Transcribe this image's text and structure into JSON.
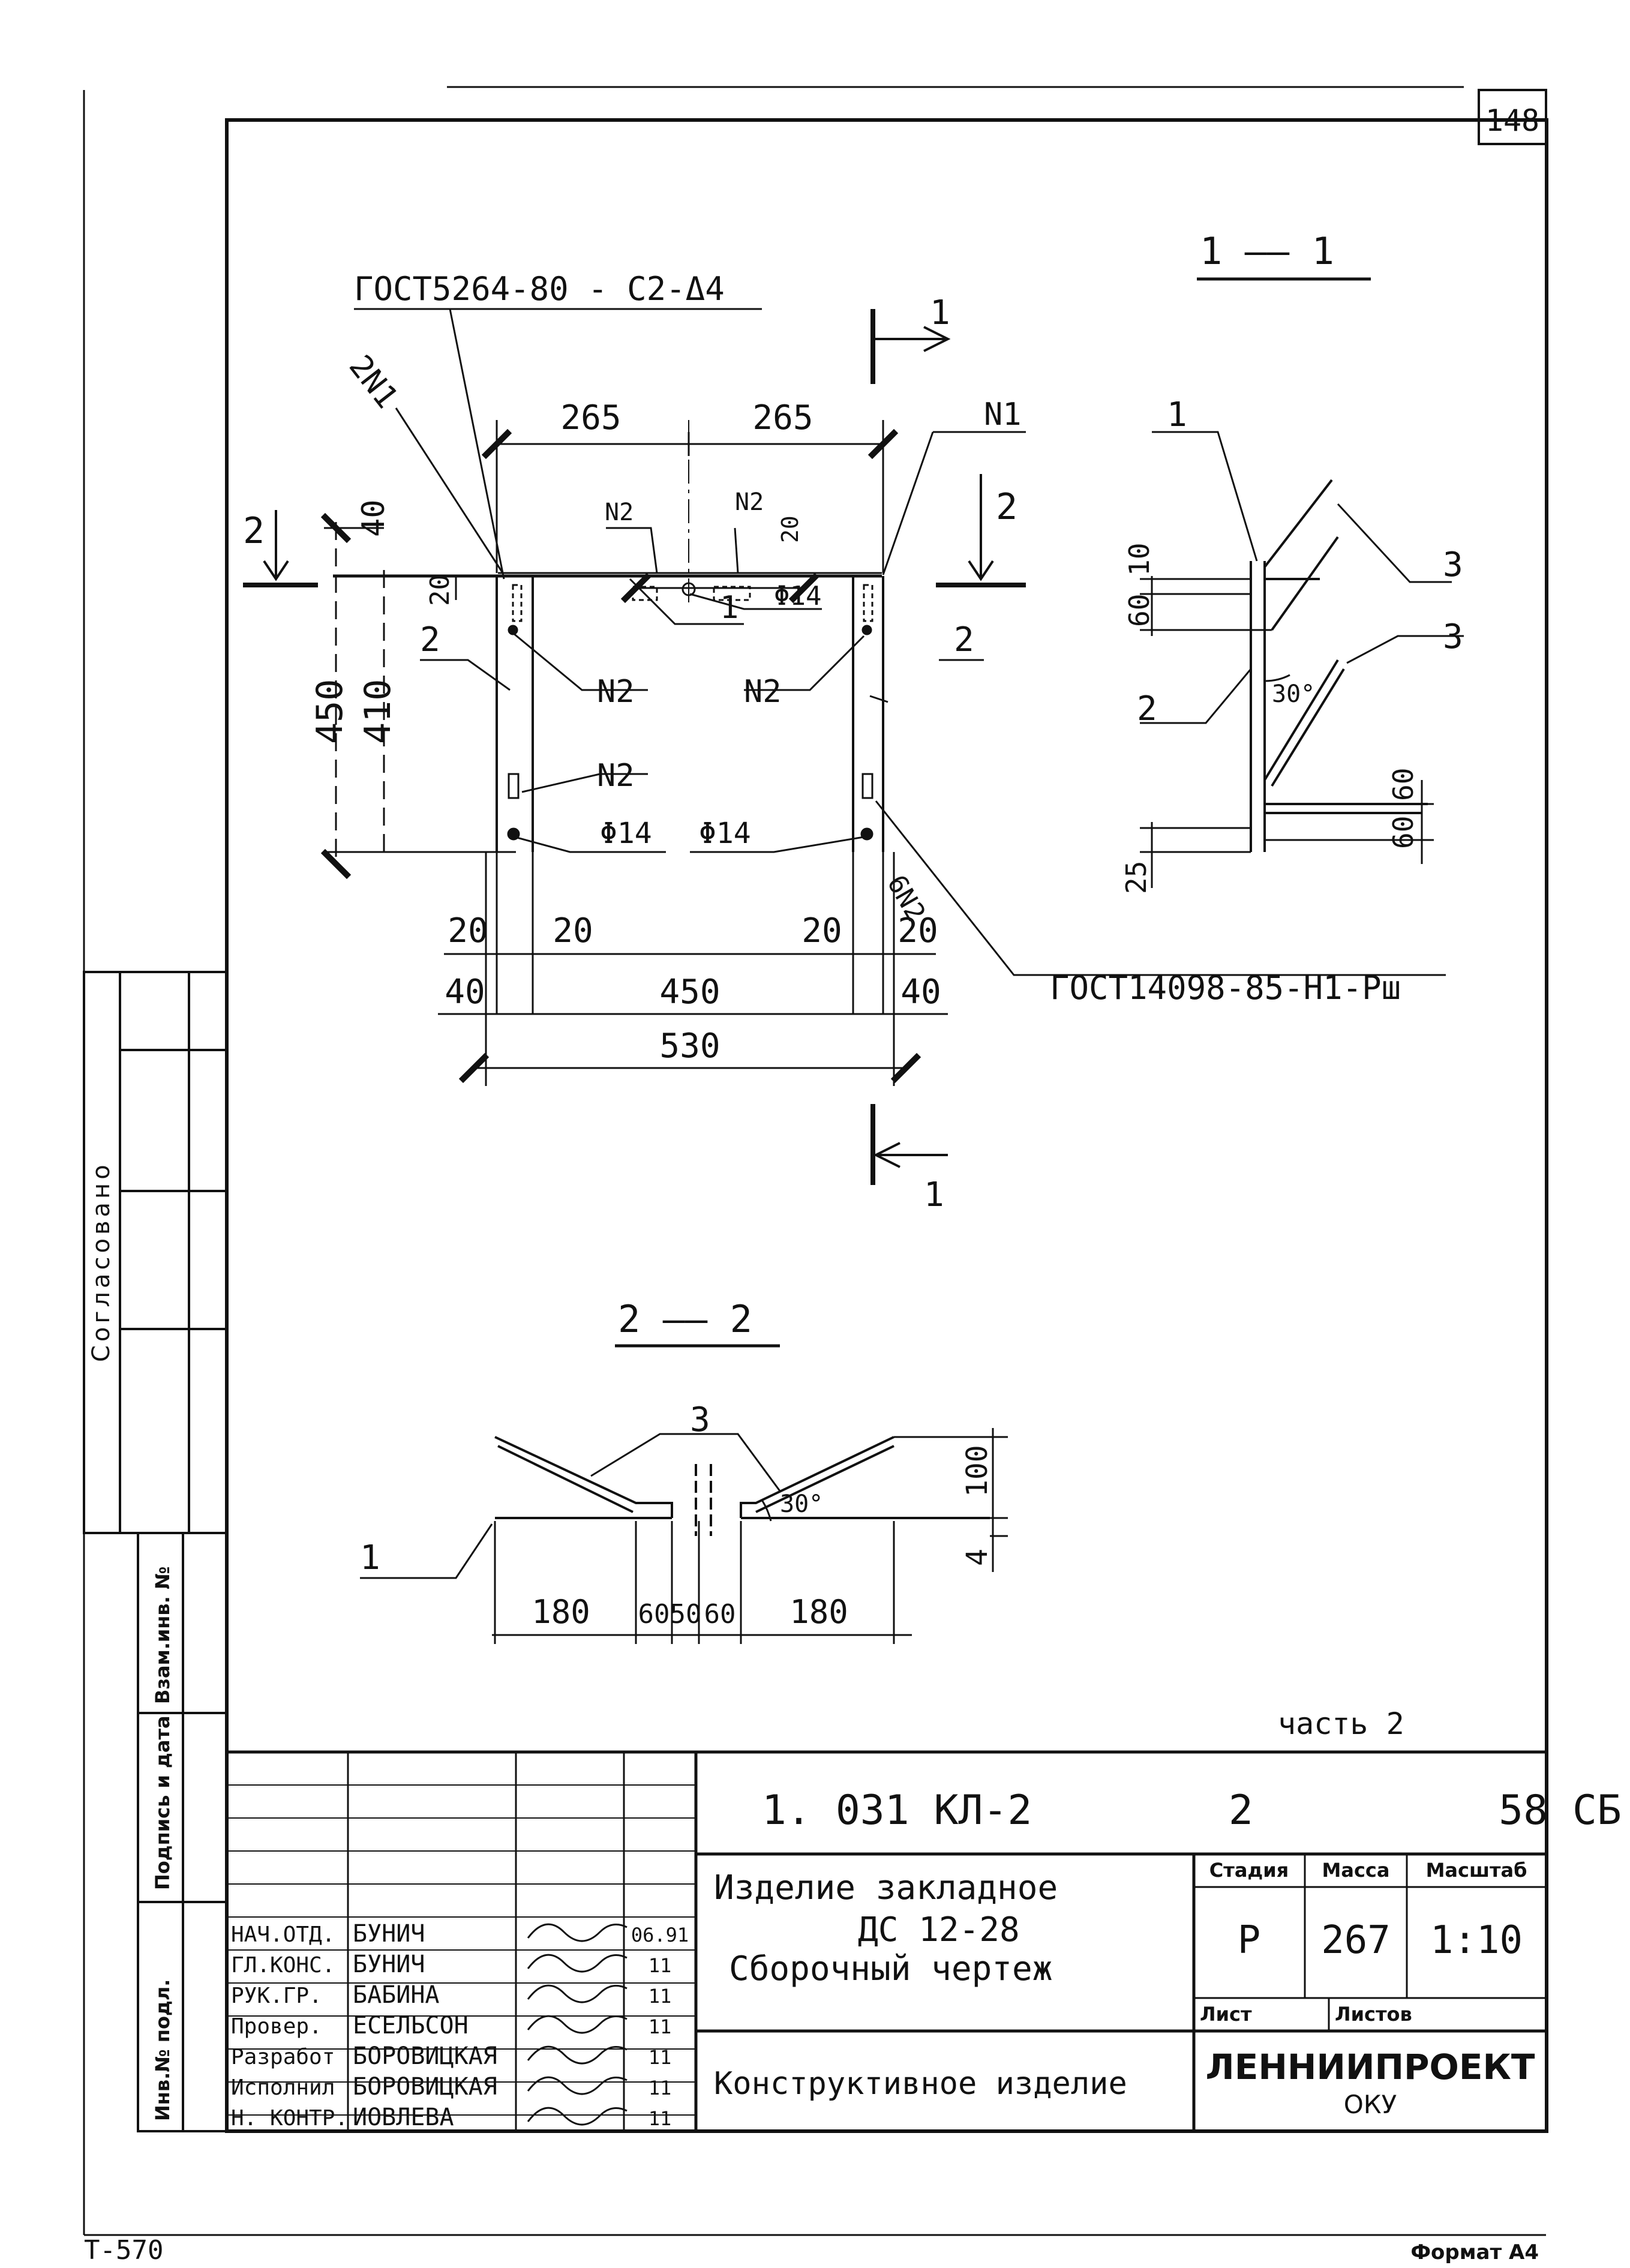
{
  "sheet_number": "148",
  "standards": {
    "weld": "ГОСТ5264-80 - С2-Δ4",
    "nut": "ГОСТ14098-85-Н1-Рш"
  },
  "callouts": {
    "two_n1": "2N1",
    "n1": "N1",
    "n2": "N2",
    "six_n2": "6N2",
    "phi14": "Φ14"
  },
  "section_marks": {
    "one": "1",
    "two": "2",
    "title_1_1": "1 —— 1",
    "title_2_2": "2 —— 2"
  },
  "positions": {
    "p1": "1",
    "p2": "2",
    "p3": "3"
  },
  "dims_front": {
    "top_left": "265",
    "top_right": "265",
    "h40": "40",
    "h20": "20",
    "h20b": "20",
    "v450": "450",
    "v410": "410",
    "b20a": "20",
    "b20b": "20",
    "b20c": "20",
    "b20d": "20",
    "b40a": "40",
    "b450": "450",
    "b40b": "40",
    "b530": "530"
  },
  "dims_side": {
    "d10": "10",
    "d60a": "60",
    "angle": "30°",
    "d60b": "60",
    "d60c": "60",
    "d25": "25"
  },
  "dims_plan": {
    "d100": "100",
    "d4": "4",
    "angle": "30°",
    "d180a": "180",
    "d60a": "60",
    "d50": "50",
    "d60b": "60",
    "d180b": "180"
  },
  "left_margin": {
    "agreed": "Согласовано",
    "replaced_inv": "Взам.инв. №",
    "sign_date": "Подпись и дата",
    "inv_orig": "Инв.№ подл."
  },
  "title_block": {
    "part": "часть 2",
    "designation": "1. 031 КЛ-2        2          58 СБ",
    "name_line1": "Изделие закладное",
    "name_line2": "ДС 12-28",
    "name_line3": "Сборочный чертеж",
    "subtitle": "Конструктивное изделие",
    "stage_label": "Стадия",
    "mass_label": "Масса",
    "scale_label": "Масштаб",
    "stage": "Р",
    "mass": "267",
    "scale": "1:10",
    "sheet_label": "Лист",
    "sheets_label": "Листов",
    "org": "ЛЕННИИПРОЕКТ",
    "dept": "ОКУ",
    "format": "Формат А4",
    "doc_code": "Т-570",
    "signatures": [
      {
        "role": "НАЧ.ОТД.",
        "name": "БУНИЧ",
        "date": "06.91"
      },
      {
        "role": "ГЛ.КОНС.",
        "name": "БУНИЧ",
        "date": "11"
      },
      {
        "role": "РУК.ГР.",
        "name": "БАБИНА",
        "date": "11"
      },
      {
        "role": "Провер.",
        "name": "ЕСЕЛЬСОН",
        "date": "11"
      },
      {
        "role": "Разработ",
        "name": "БОРОВИЦКАЯ",
        "date": "11"
      },
      {
        "role": "Исполнил",
        "name": "БОРОВИЦКАЯ",
        "date": "11"
      },
      {
        "role": "Н. КОНТР.",
        "name": "ИОВЛЕВА",
        "date": "11"
      }
    ]
  }
}
